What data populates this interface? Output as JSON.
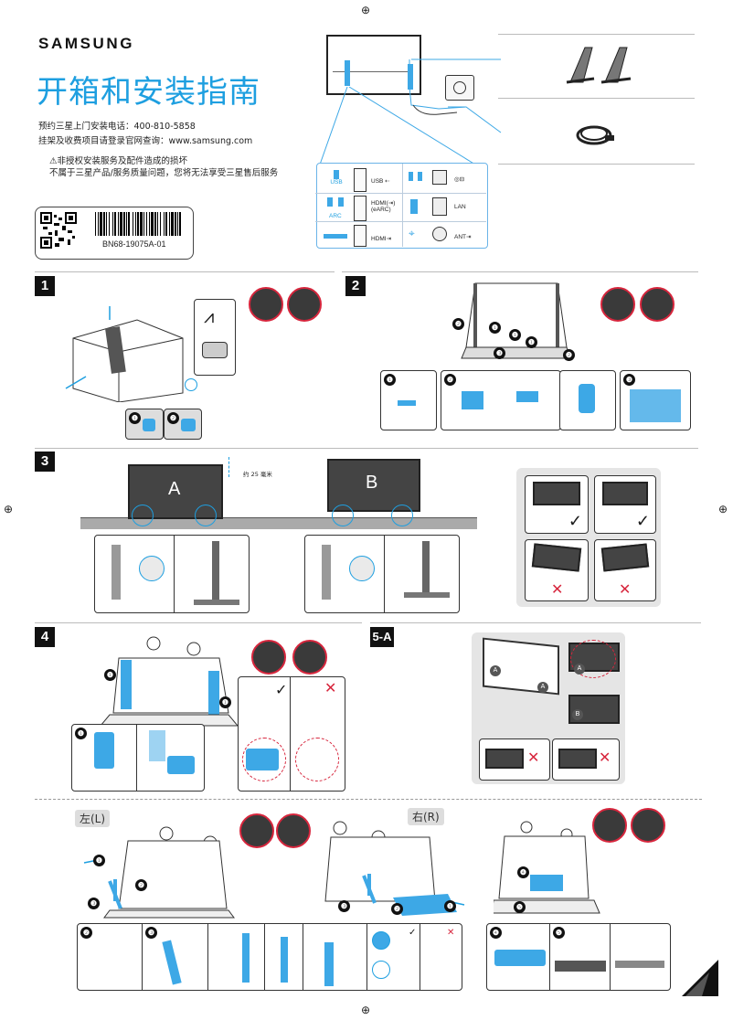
{
  "brand": "SAMSUNG",
  "title": "开箱和安装指南",
  "info": {
    "line1": "预约三星上门安装电话：400-810-5858",
    "line2": "挂架及收费项目请登录官网查询：www.samsung.com",
    "warn1": "⚠非授权安装服务及配件造成的损坏",
    "warn2": "不属于三星产品/服务质量问题，您将无法享受三星售后服务"
  },
  "barcode_text": "BN68-19075A-01",
  "ports": {
    "usb": "USB",
    "usb_port": "USB ⇠",
    "hdmi_earc": "HDMI(⇥)",
    "earc": "(eARC)",
    "arc": "ARC",
    "lan": "LAN",
    "hdmi": "HDMI⇥",
    "ant": "ANT⇥"
  },
  "steps": {
    "s1": "1",
    "s2": "2",
    "s3": "3",
    "s4": "4",
    "s5a": "5-A"
  },
  "step3": {
    "a": "A",
    "b": "B",
    "gap": "约 25 毫米"
  },
  "step5": {
    "left": "左(L)",
    "right": "右(R)",
    "a_marker": "A",
    "b_marker": "B"
  },
  "marks": {
    "check": "✓",
    "cross": "✕"
  },
  "colors": {
    "accent_blue": "#1e9fe0",
    "warn_red": "#d7263d"
  }
}
